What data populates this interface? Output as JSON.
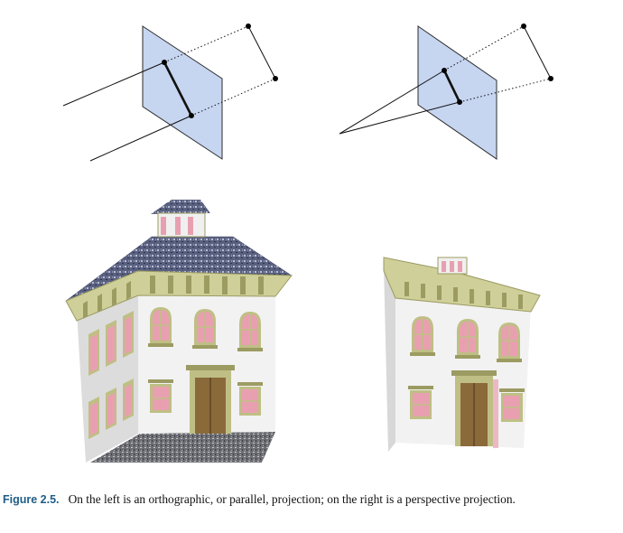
{
  "figure": {
    "label": "Figure 2.5.",
    "caption_text": "On the left is an orthographic, or parallel, projection; on the right is a perspective projection."
  },
  "colors": {
    "plane_fill": "#c6d5f0",
    "plane_stroke": "#2c2c2c",
    "wall": "#f1f1f1",
    "wall_side": "#dcdcdc",
    "trim": "#cfcf9a",
    "trim_dark": "#9c9b62",
    "window_glass": "#e8a0b0",
    "roof": "#5a5f80",
    "door": "#8b6a3a",
    "ground": "#7f7f86",
    "caption_label": "#1f5d86"
  },
  "icons": {
    "orthographic_diagram": "parallel-projection-icon",
    "perspective_diagram": "perspective-projection-icon",
    "orthographic_house": "house-orthographic-image",
    "perspective_house": "house-perspective-image"
  }
}
